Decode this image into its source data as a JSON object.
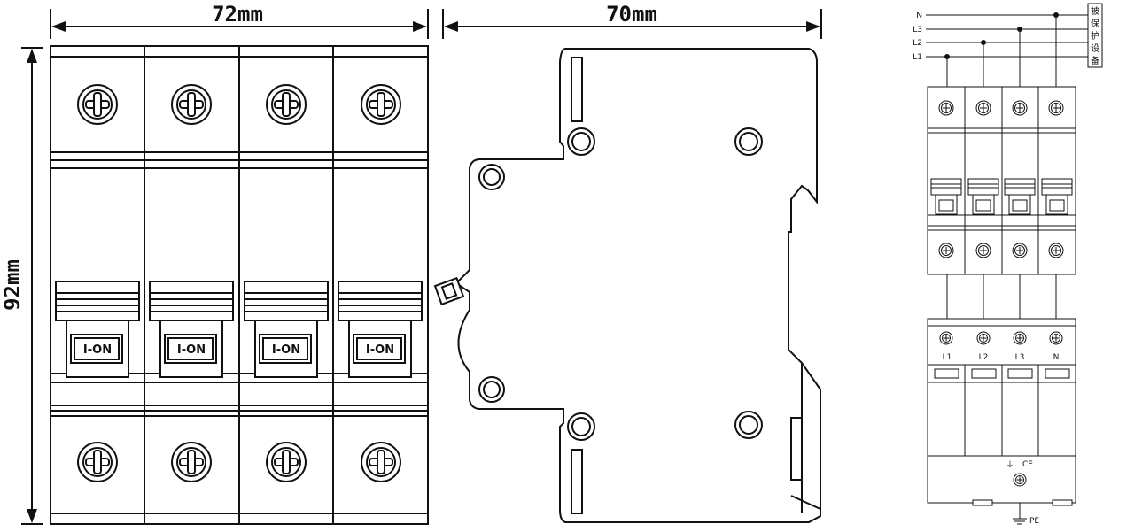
{
  "dimensions": {
    "front_width": "72mm",
    "side_width": "70mm",
    "height": "92mm"
  },
  "front_view": {
    "switch_label": "I-ON",
    "pole_count": 4
  },
  "wiring": {
    "line_labels": [
      "N",
      "L3",
      "L2",
      "L1"
    ],
    "equipment_label": "被保护设备",
    "spd_terminal_labels": [
      "L1",
      "L2",
      "L3",
      "N"
    ],
    "pe_label": "PE",
    "ground_mark": "⏚",
    "ce_mark": "CE"
  }
}
